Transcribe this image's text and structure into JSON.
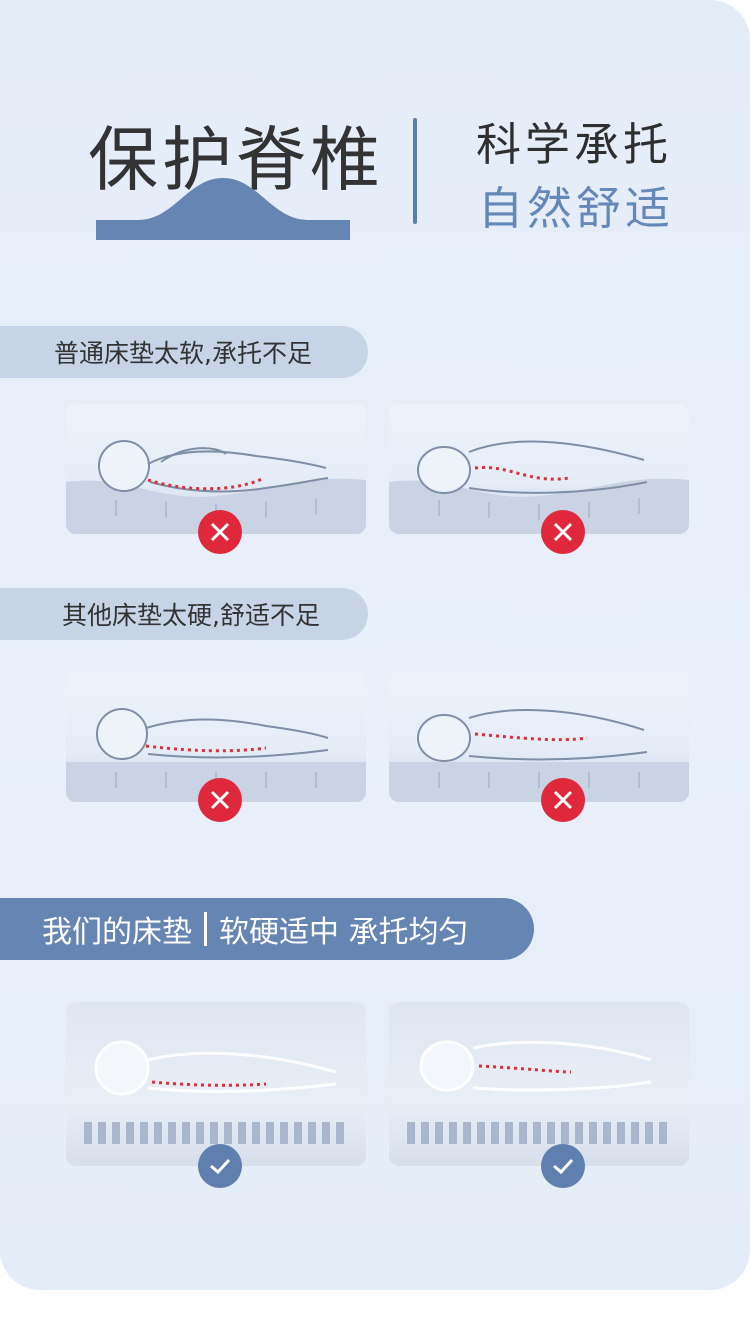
{
  "header": {
    "title": "保护脊椎",
    "subtitle_line1": "科学承托",
    "subtitle_line2": "自然舒适"
  },
  "sections": [
    {
      "label": "普通床垫太软,承托不足",
      "verdict": "wrong"
    },
    {
      "label": "其他床垫太硬,舒适不足",
      "verdict": "wrong"
    },
    {
      "label_left": "我们的床垫",
      "label_right": "软硬适中 承托均匀",
      "verdict": "correct"
    }
  ],
  "colors": {
    "accent": "#6585b3",
    "wrong": "#e0283c",
    "spine_dots": "#d9303a"
  }
}
